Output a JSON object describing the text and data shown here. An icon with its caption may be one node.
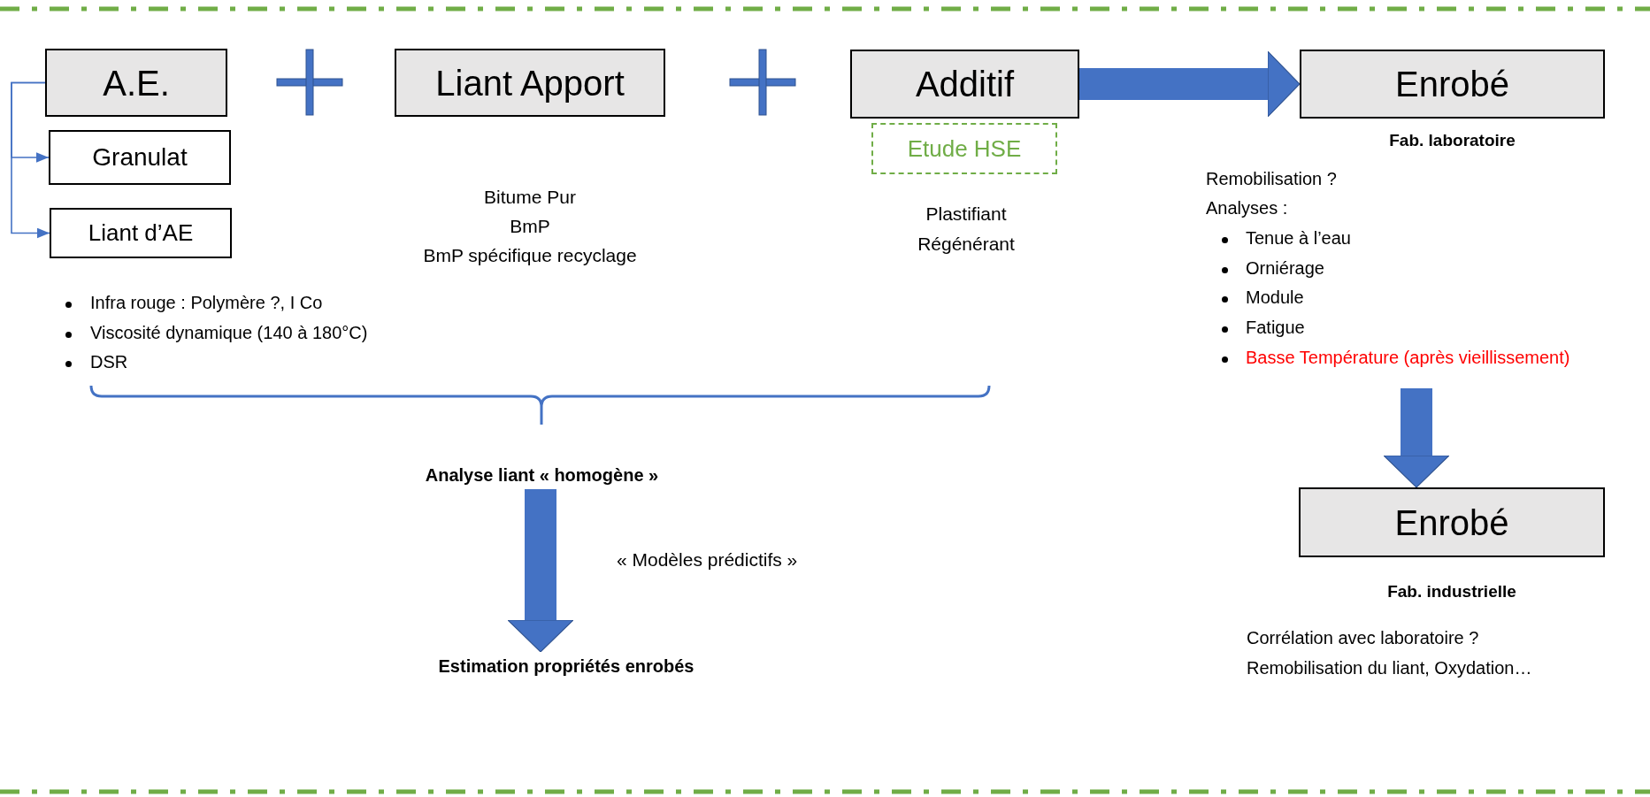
{
  "diagram": {
    "nodes": [
      {
        "text": [
          "A.E."
        ]
      },
      {
        "text": [
          "Granulat"
        ]
      },
      {
        "text": [
          "Liant d’AE"
        ]
      },
      {
        "text": [
          "Liant Apport"
        ],
        "beside": [
          "Bitume Pur",
          "BmP",
          "BmP spécifique recyclage"
        ]
      },
      {
        "text": [
          "Additif"
        ],
        "beside": [
          "Plastifiant",
          "Régénérant"
        ]
      },
      {
        "text": [
          "Etude HSE"
        ]
      },
      {
        "text": [
          "Enrobé"
        ],
        "beside": [
          "Fab. laboratoire",
          "Remobilisation ?",
          "Analyses :",
          "Tenue à l’eau",
          "Orniérage",
          "Module",
          "Fatigue",
          "Basse Température (après vieillissement)"
        ]
      },
      {
        "text": [
          "Enrobé"
        ],
        "beside": [
          "Fab. industrielle",
          "Corrélation avec laboratoire ?",
          "Remobilisation du liant, Oxydation…"
        ]
      },
      {
        "text": [
          "Analyse liant « homogène »"
        ]
      },
      {
        "text": [
          "Estimation propriétés enrobés"
        ]
      }
    ],
    "edges": [
      {
        "from": 0,
        "to": 1,
        "arrow": "to"
      },
      {
        "from": 0,
        "to": 2,
        "arrow": "to"
      },
      {
        "from": 4,
        "to": 6,
        "arrow": "to"
      },
      {
        "from": null,
        "to": 7,
        "arrow": "to"
      },
      {
        "from": 8,
        "to": 9,
        "arrow": "to",
        "label": "« Modèles prédictifs »"
      }
    ],
    "labels": [
      "Infra rouge : Polymère ?, I Co",
      "Viscosité dynamique (140 à 180°C)",
      "DSR"
    ]
  }
}
